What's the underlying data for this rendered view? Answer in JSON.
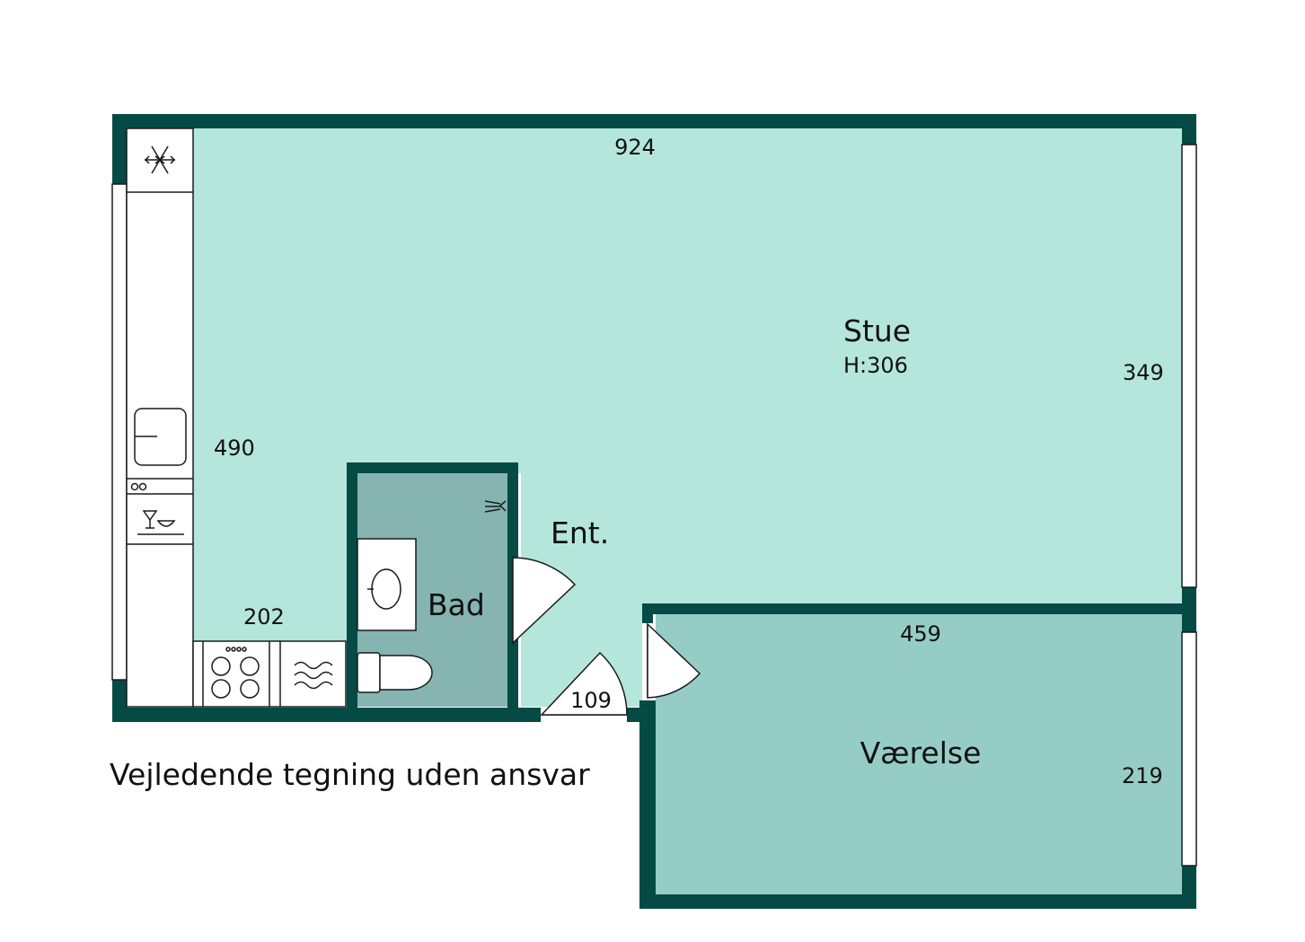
{
  "colors": {
    "wall": "#054a44",
    "stue_fill": "#b5e6db",
    "bad_fill": "#85b4b1",
    "vaerelse_fill": "#96ccc6",
    "fixture_fill": "#ffffff",
    "line": "#1a1a1a"
  },
  "rooms": {
    "stue": {
      "name": "Stue",
      "height_label": "H:306"
    },
    "bad": {
      "name": "Bad"
    },
    "entre": {
      "name": "Ent."
    },
    "vaerelse": {
      "name": "Værelse"
    }
  },
  "dimensions": {
    "stue_width": "924",
    "stue_depth": "349",
    "kitchen_length": "490",
    "kitchen_width": "202",
    "vaerelse_width": "459",
    "vaerelse_depth": "219",
    "entrance_door": "109"
  },
  "icons": [
    "snowflake-icon",
    "sink-icon",
    "dishwasher-icon",
    "stove-icon",
    "oven-icon",
    "washbasin-icon",
    "toilet-icon",
    "shower-icon"
  ],
  "disclaimer": "Vejledende tegning uden ansvar"
}
